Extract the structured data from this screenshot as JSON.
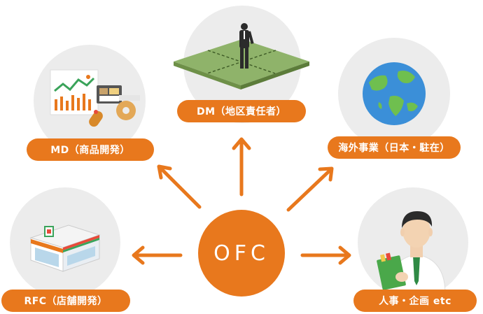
{
  "colors": {
    "accent": "#e8781d",
    "circle_bg": "#ececec",
    "grass": "#8fb36a",
    "suit": "#2b2b2b",
    "globe_sea": "#3b8fd8",
    "globe_land": "#6fbf4f"
  },
  "center": {
    "label": "OFC"
  },
  "nodes": {
    "dm": {
      "label": "DM（地区責任者）",
      "icon": "businessman-on-grid-icon"
    },
    "md": {
      "label": "MD（商品開発）",
      "icon": "chart-and-food-icon"
    },
    "overseas": {
      "label": "海外事業（日本・駐在）",
      "icon": "globe-icon"
    },
    "rfc": {
      "label": "RFC（店舗開発）",
      "icon": "convenience-store-icon"
    },
    "hr": {
      "label": "人事・企画 etc",
      "icon": "office-worker-icon"
    }
  }
}
